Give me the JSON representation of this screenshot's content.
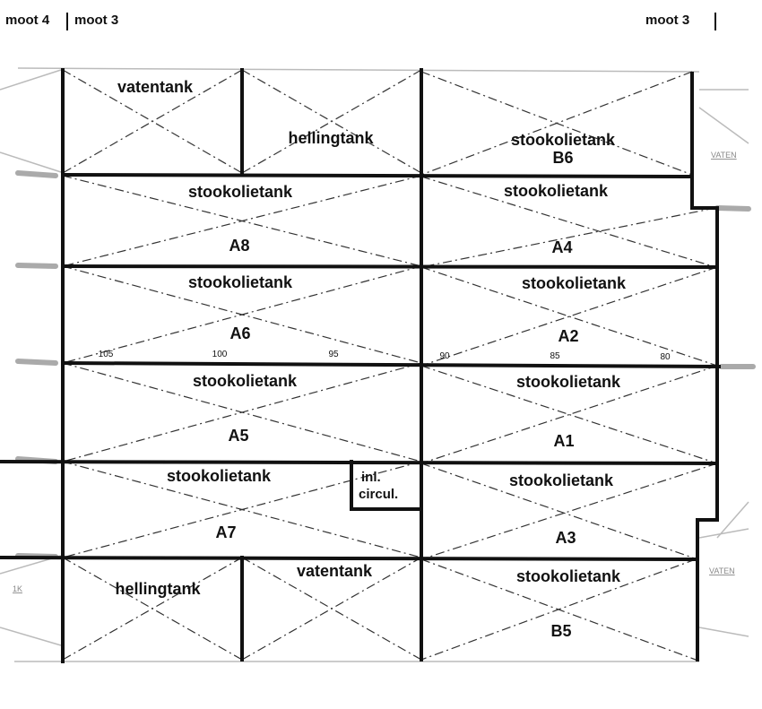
{
  "header": {
    "left_1": "moot 4",
    "left_2": "moot 3",
    "right": "moot 3"
  },
  "ticks": {
    "t105": "105",
    "t100": "100",
    "t95": "95",
    "t90": "90",
    "t85": "85",
    "t80": "80"
  },
  "tanks": {
    "row1": {
      "left_a": "vatentank",
      "left_b": "hellingtank",
      "right_name": "stookolietank",
      "right_id": "B6"
    },
    "row2": {
      "left_name": "stookolietank",
      "left_id": "A8",
      "right_name": "stookolietank",
      "right_id": "A4"
    },
    "row3": {
      "left_name": "stookolietank",
      "left_id": "A6",
      "right_name": "stookolietank",
      "right_id": "A2"
    },
    "row4": {
      "left_name": "stookolietank",
      "left_id": "A5",
      "right_name": "stookolietank",
      "right_id": "A1"
    },
    "row5": {
      "left_name": "stookolietank",
      "left_id": "A7",
      "circ_line1": "inl.",
      "circ_line2": "circul.",
      "right_name": "stookolietank",
      "right_id": "A3"
    },
    "row6": {
      "left_a": "hellingtank",
      "left_b": "vatentank",
      "right_name": "stookolietank",
      "right_id": "B5"
    }
  },
  "margin_labels": {
    "right_top": "VATEN",
    "right_bottom": "VATEN",
    "left_bottom": "1K"
  }
}
